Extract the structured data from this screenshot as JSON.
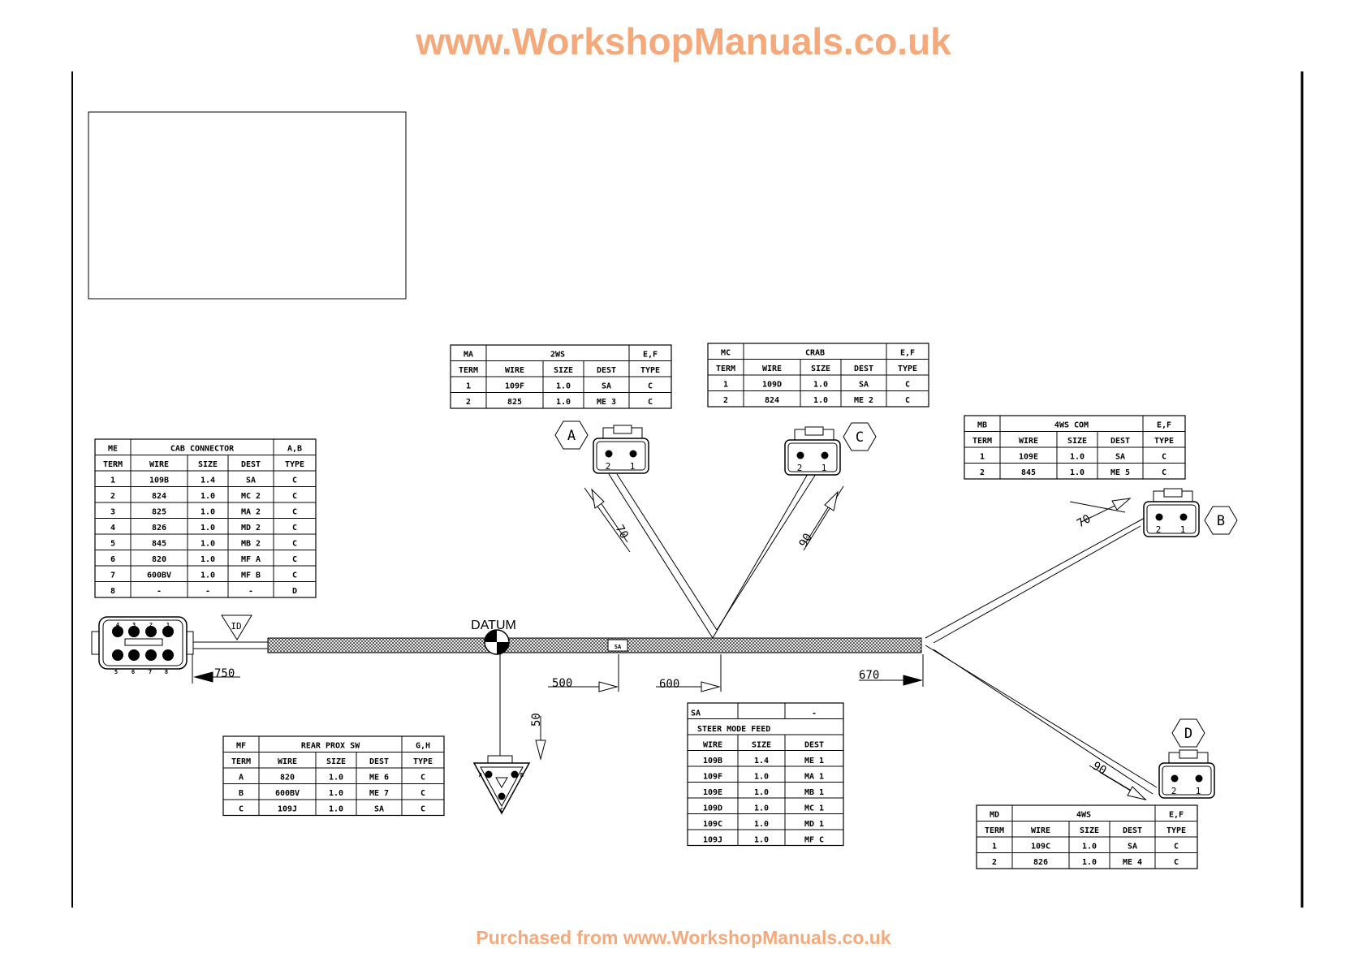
{
  "watermark_top": "www.WorkshopManuals.co.uk",
  "watermark_bottom": "Purchased from www.WorkshopManuals.co.uk",
  "datum_label": "DATUM",
  "id_label": "ID",
  "sa_label": "SA",
  "dimensions": {
    "d750": "750",
    "d500": "500",
    "d600": "600",
    "d670": "670",
    "d50": "50",
    "dA": "70",
    "dC": "90",
    "dB": "70",
    "dD": "90"
  },
  "hex_labels": {
    "A": "A",
    "B": "B",
    "C": "C",
    "D": "D"
  },
  "pin_labels": {
    "two": "2",
    "one": "1"
  },
  "me_pins": {
    "top": [
      "4",
      "3",
      "2",
      "1"
    ],
    "bottom": [
      "5",
      "6",
      "7",
      "8"
    ]
  },
  "mf_pins": {
    "a": "A",
    "b": "B",
    "c": "C"
  },
  "tables": [
    {
      "id": "ma",
      "code": "MA",
      "title": "2WS",
      "types": "E,F",
      "cols": [
        "TERM",
        "WIRE",
        "SIZE",
        "DEST",
        "TYPE"
      ],
      "rows": [
        [
          "1",
          "109F",
          "1.0",
          "SA",
          "C"
        ],
        [
          "2",
          "825",
          "1.0",
          "ME 3",
          "C"
        ]
      ]
    },
    {
      "id": "mc",
      "code": "MC",
      "title": "CRAB",
      "types": "E,F",
      "cols": [
        "TERM",
        "WIRE",
        "SIZE",
        "DEST",
        "TYPE"
      ],
      "rows": [
        [
          "1",
          "109D",
          "1.0",
          "SA",
          "C"
        ],
        [
          "2",
          "824",
          "1.0",
          "ME 2",
          "C"
        ]
      ]
    },
    {
      "id": "mb",
      "code": "MB",
      "title": "4WS COM",
      "types": "E,F",
      "cols": [
        "TERM",
        "WIRE",
        "SIZE",
        "DEST",
        "TYPE"
      ],
      "rows": [
        [
          "1",
          "109E",
          "1.0",
          "SA",
          "C"
        ],
        [
          "2",
          "845",
          "1.0",
          "ME 5",
          "C"
        ]
      ]
    },
    {
      "id": "me",
      "code": "ME",
      "title": "CAB CONNECTOR",
      "types": "A,B",
      "cols": [
        "TERM",
        "WIRE",
        "SIZE",
        "DEST",
        "TYPE"
      ],
      "rows": [
        [
          "1",
          "109B",
          "1.4",
          "SA",
          "C"
        ],
        [
          "2",
          "824",
          "1.0",
          "MC 2",
          "C"
        ],
        [
          "3",
          "825",
          "1.0",
          "MA 2",
          "C"
        ],
        [
          "4",
          "826",
          "1.0",
          "MD 2",
          "C"
        ],
        [
          "5",
          "845",
          "1.0",
          "MB 2",
          "C"
        ],
        [
          "6",
          "820",
          "1.0",
          "MF A",
          "C"
        ],
        [
          "7",
          "600BV",
          "1.0",
          "MF B",
          "C"
        ],
        [
          "8",
          "-",
          "-",
          "-",
          "D"
        ]
      ]
    },
    {
      "id": "mf",
      "code": "MF",
      "title": "REAR PROX SW",
      "types": "G,H",
      "cols": [
        "TERM",
        "WIRE",
        "SIZE",
        "DEST",
        "TYPE"
      ],
      "rows": [
        [
          "A",
          "820",
          "1.0",
          "ME 6",
          "C"
        ],
        [
          "B",
          "600BV",
          "1.0",
          "ME 7",
          "C"
        ],
        [
          "C",
          "109J",
          "1.0",
          "SA",
          "C"
        ]
      ]
    },
    {
      "id": "md",
      "code": "MD",
      "title": "4WS",
      "types": "E,F",
      "cols": [
        "TERM",
        "WIRE",
        "SIZE",
        "DEST",
        "TYPE"
      ],
      "rows": [
        [
          "1",
          "109C",
          "1.0",
          "SA",
          "C"
        ],
        [
          "2",
          "826",
          "1.0",
          "ME 4",
          "C"
        ]
      ]
    }
  ],
  "splice": {
    "code": "SA",
    "dash": "-",
    "title": "STEER MODE FEED",
    "cols": [
      "WIRE",
      "SIZE",
      "DEST"
    ],
    "rows": [
      [
        "109B",
        "1.4",
        "ME 1"
      ],
      [
        "109F",
        "1.0",
        "MA 1"
      ],
      [
        "109E",
        "1.0",
        "MB 1"
      ],
      [
        "109D",
        "1.0",
        "MC 1"
      ],
      [
        "109C",
        "1.0",
        "MD 1"
      ],
      [
        "109J",
        "1.0",
        "MF C"
      ]
    ]
  }
}
